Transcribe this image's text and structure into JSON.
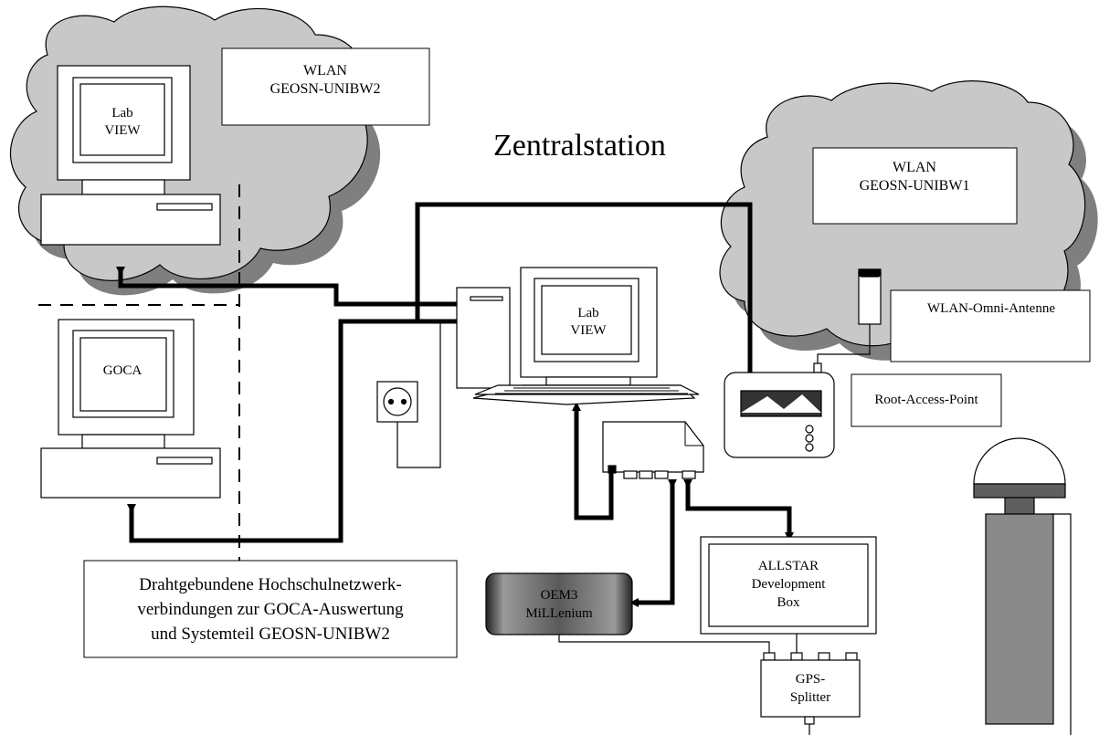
{
  "title": "Zentralstation",
  "wlan2": {
    "line1": "WLAN",
    "line2": "GEOSN-UNIBW2"
  },
  "wlan1": {
    "line1": "WLAN",
    "line2": "GEOSN-UNIBW1"
  },
  "omni_antenna_label": "WLAN-Omni-Antenne",
  "root_access_point_label": "Root-Access-Point",
  "labview_top": {
    "line1": "Lab",
    "line2": "VIEW"
  },
  "labview_center": {
    "line1": "Lab",
    "line2": "VIEW"
  },
  "goca_label": "GOCA",
  "oem3": {
    "line1": "OEM3",
    "line2": "MiLLenium"
  },
  "allstar": {
    "line1": "ALLSTAR",
    "line2": "Development",
    "line3": "Box"
  },
  "gps_splitter": {
    "line1": "GPS-",
    "line2": "Splitter"
  },
  "network_note": {
    "line1": "Drahtgebundene Hochschulnetzwerk-",
    "line2": "verbindungen zur GOCA-Auswertung",
    "line3": "und Systemteil GEOSN-UNIBW2"
  },
  "colors": {
    "cloud": "#c8c8c8",
    "cloud_shadow": "#7f7f7f",
    "receiver": "#5a5a5a",
    "antenna_base": "#5f5f5f",
    "antenna_pole": "#8a8a8a",
    "display": "#333333",
    "box_fill": "#ffffff",
    "line": "#000000"
  }
}
